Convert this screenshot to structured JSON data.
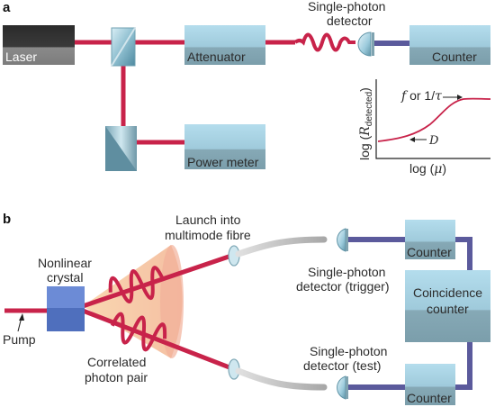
{
  "panel_a": {
    "label": "a",
    "laser": "Laser",
    "attenuator": "Attenuator",
    "power_meter": "Power meter",
    "detector_line1": "Single-photon",
    "detector_line2": "detector",
    "counter": "Counter",
    "inset": {
      "ylabel_pre": "log (",
      "ylabel_var": "R",
      "ylabel_sub": "detected",
      "ylabel_post": ")",
      "xlabel_pre": "log (",
      "xlabel_var": "μ",
      "xlabel_post": ")",
      "sat_f": "f",
      "sat_mid": " or 1/",
      "sat_tau": "τ",
      "eff_label": "D"
    }
  },
  "panel_b": {
    "label": "b",
    "crystal_line1": "Nonlinear",
    "crystal_line2": "crystal",
    "pump": "Pump",
    "launch_line1": "Launch into",
    "launch_line2": "multimode fibre",
    "pair_line1": "Correlated",
    "pair_line2": "photon pair",
    "det_trigger_line1": "Single-photon",
    "det_trigger_line2": "detector (trigger)",
    "det_test_line1": "Single-photon",
    "det_test_line2": "detector (test)",
    "counter_top": "Counter",
    "counter_bottom": "Counter",
    "coinc_line1": "Coincidence",
    "coinc_line2": "counter"
  },
  "colors": {
    "beam": "#c8234a",
    "box_top": "#a9d7e6",
    "box_bottom": "#7fa3b0",
    "cable": "#5b5a9c",
    "fibre": "#b8b8b8",
    "crystal": "#5a78c8",
    "cone": "#f6c8a0",
    "curve": "#c8234a"
  }
}
